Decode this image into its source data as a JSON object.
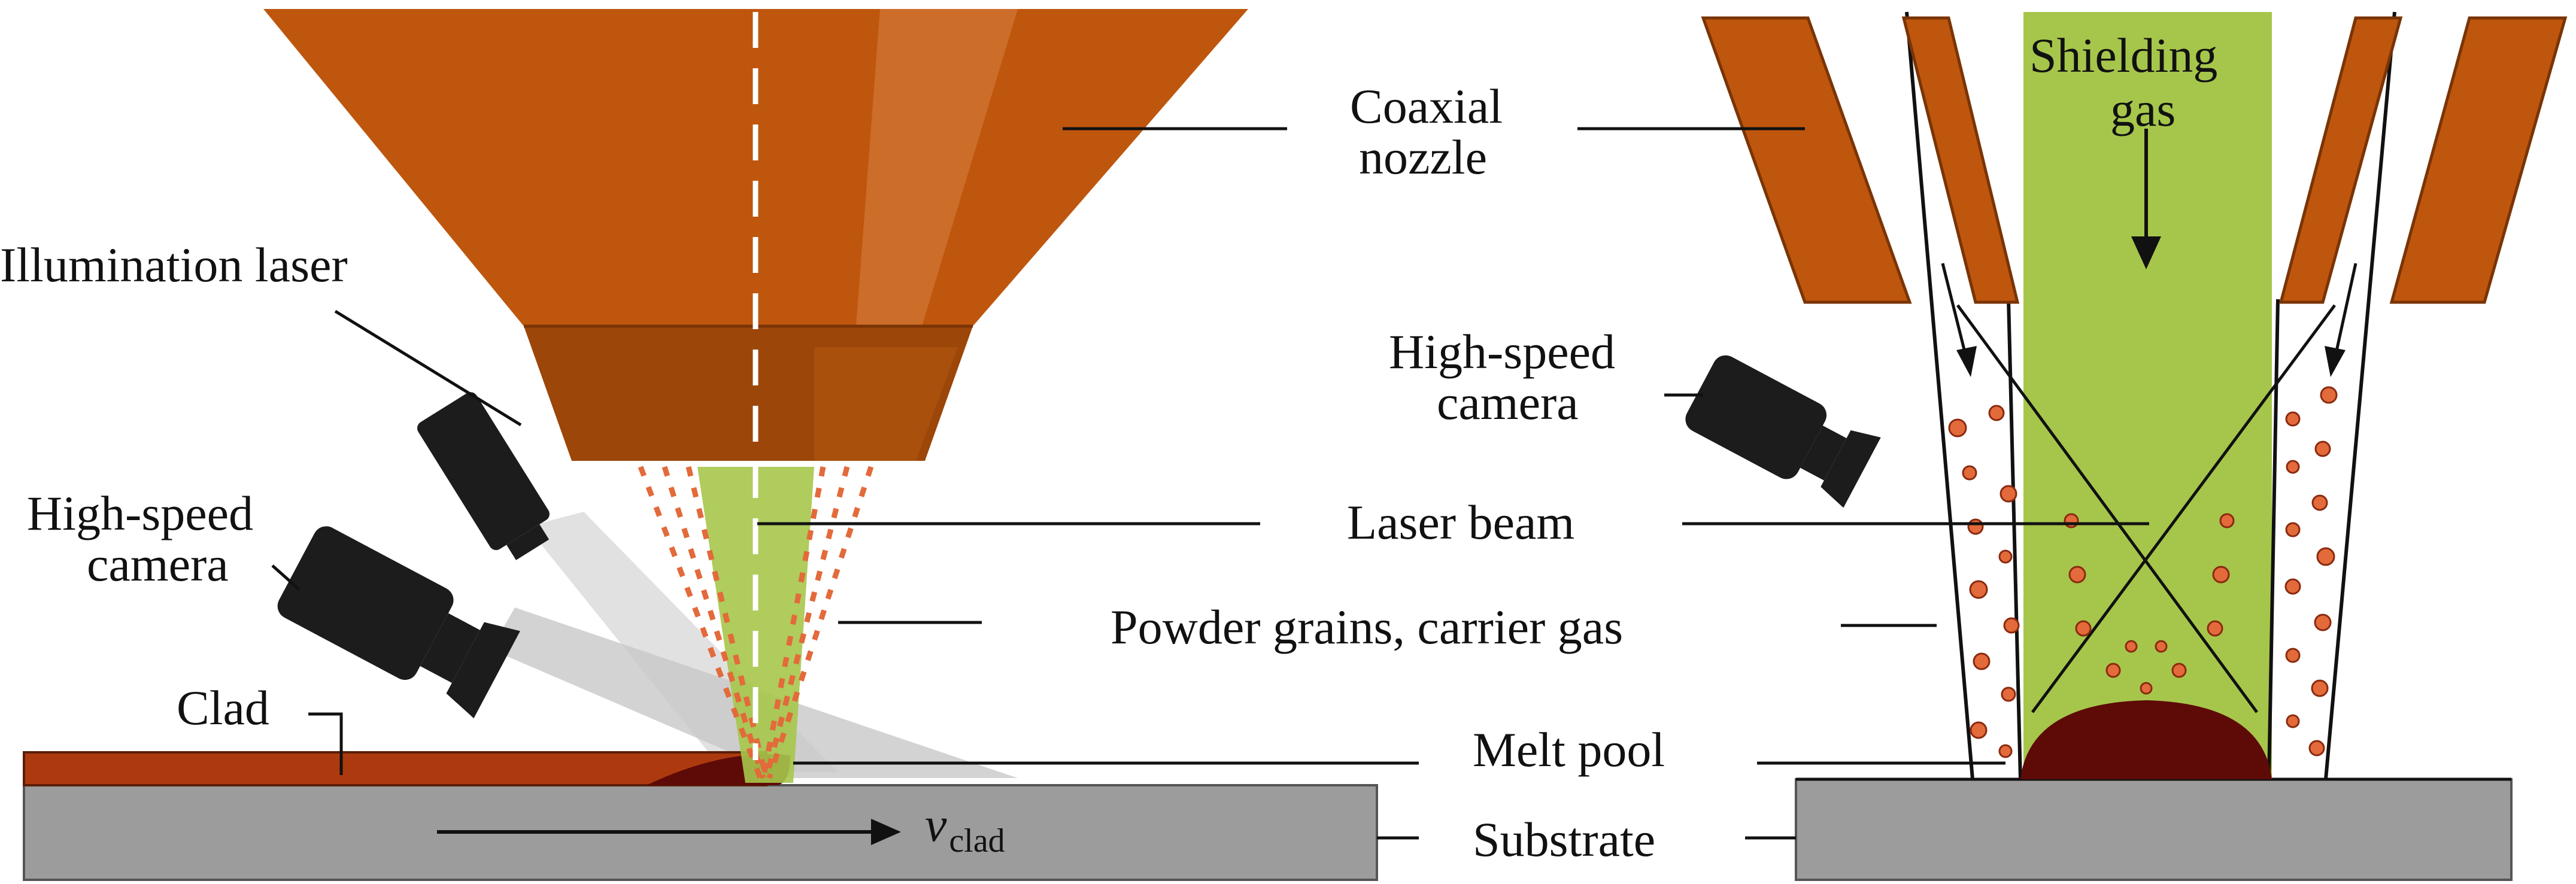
{
  "colors": {
    "nozzle": "#bf560d",
    "nozzle_highlight": "#cc6d2a",
    "nozzle_tip": "#9c4609",
    "laser": "#a6c64b",
    "clad": "#ad3a0f",
    "melt_pool": "#5e0a07",
    "substrate": "#9c9c9c",
    "powder": "#e36a3a",
    "device": "#1c1c1c",
    "label_text": "#111111",
    "leader_line": "#111111"
  },
  "icons": {
    "left_camera": "camera-icon",
    "right_camera": "camera-icon",
    "illumination_laser": "laser-device-icon"
  },
  "labels": {
    "coaxial_nozzle_line1": "Coaxial",
    "coaxial_nozzle_line2": "nozzle",
    "illumination_laser": "Illumination laser",
    "left_camera_line1": "High-speed",
    "left_camera_line2": "camera",
    "clad": "Clad",
    "velocity_symbol": "v",
    "velocity_subscript": "clad",
    "shielding_gas_line1": "Shielding",
    "shielding_gas_line2": "gas",
    "right_camera_line1": "High-speed",
    "right_camera_line2": "camera",
    "laser_beam": "Laser beam",
    "powder_grains": "Powder grains, carrier gas",
    "melt_pool": "Melt pool",
    "substrate": "Substrate"
  }
}
